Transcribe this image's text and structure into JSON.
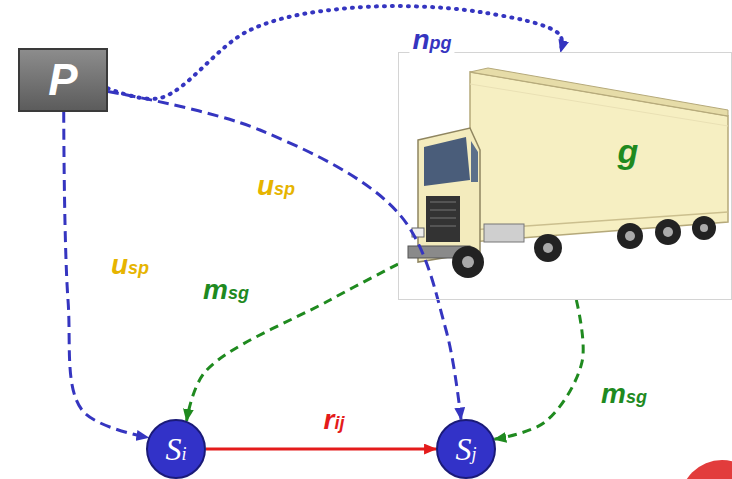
{
  "diagram": {
    "nodes": [
      {
        "text": [
          "P"
        ]
      },
      {
        "text": [
          "g"
        ]
      },
      {
        "text": [
          "Si"
        ]
      },
      {
        "text": [
          "Sj"
        ]
      }
    ],
    "edges": [
      {
        "from": 0,
        "to": 1,
        "arrow": "to",
        "label": "npg"
      },
      {
        "from": 0,
        "to": 2,
        "arrow": "to",
        "label": "usp"
      },
      {
        "from": 0,
        "to": 3,
        "arrow": "to",
        "label": "usp"
      },
      {
        "from": 1,
        "to": 2,
        "arrow": "to",
        "label": "msg"
      },
      {
        "from": 1,
        "to": 3,
        "arrow": "to",
        "label": "msg"
      },
      {
        "from": 2,
        "to": 3,
        "arrow": "to",
        "label": "rij"
      }
    ]
  }
}
